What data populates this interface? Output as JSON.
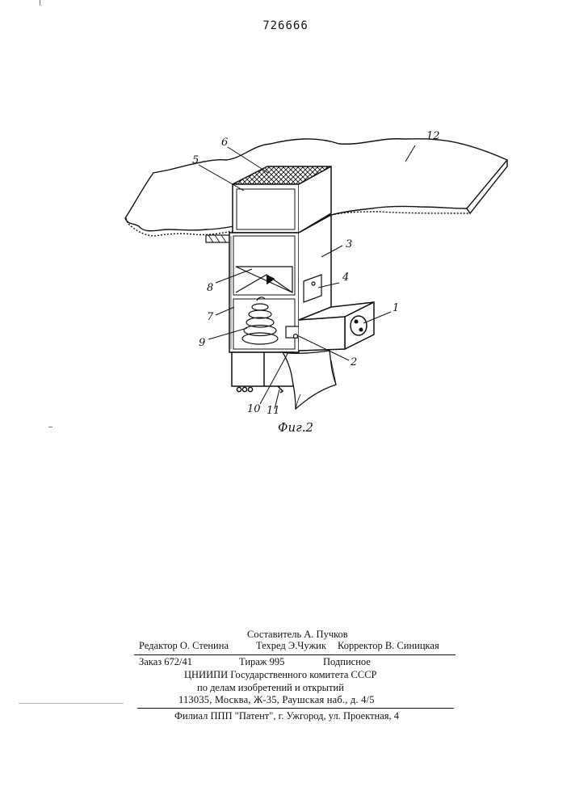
{
  "header": {
    "patent_number": "726666"
  },
  "figure": {
    "caption": "Фиг.2",
    "labels": {
      "l1": "1",
      "l2": "2",
      "l3": "3",
      "l4": "4",
      "l5": "5",
      "l6": "6",
      "l7": "7",
      "l8": "8",
      "l9": "9",
      "l10": "10",
      "l11": "11",
      "l12": "12"
    }
  },
  "imprint": {
    "compiler": "Составитель А. Пучков",
    "editor": "Редактор О. Стенина",
    "techred": "Техред Э.Чужик",
    "corrector": "Корректор В. Синицкая",
    "order": "Заказ 672/41",
    "circulation": "Тираж 995",
    "subscription": "Подписное",
    "org_line1": "ЦНИИПИ Государственного комитета СССР",
    "org_line2": "по делам изобретений и открытий",
    "org_address": "113035, Москва, Ж-35, Раушская наб., д. 4/5",
    "branch": "Филиал ППП \"Патент\", г. Ужгород, ул. Проектная, 4"
  }
}
